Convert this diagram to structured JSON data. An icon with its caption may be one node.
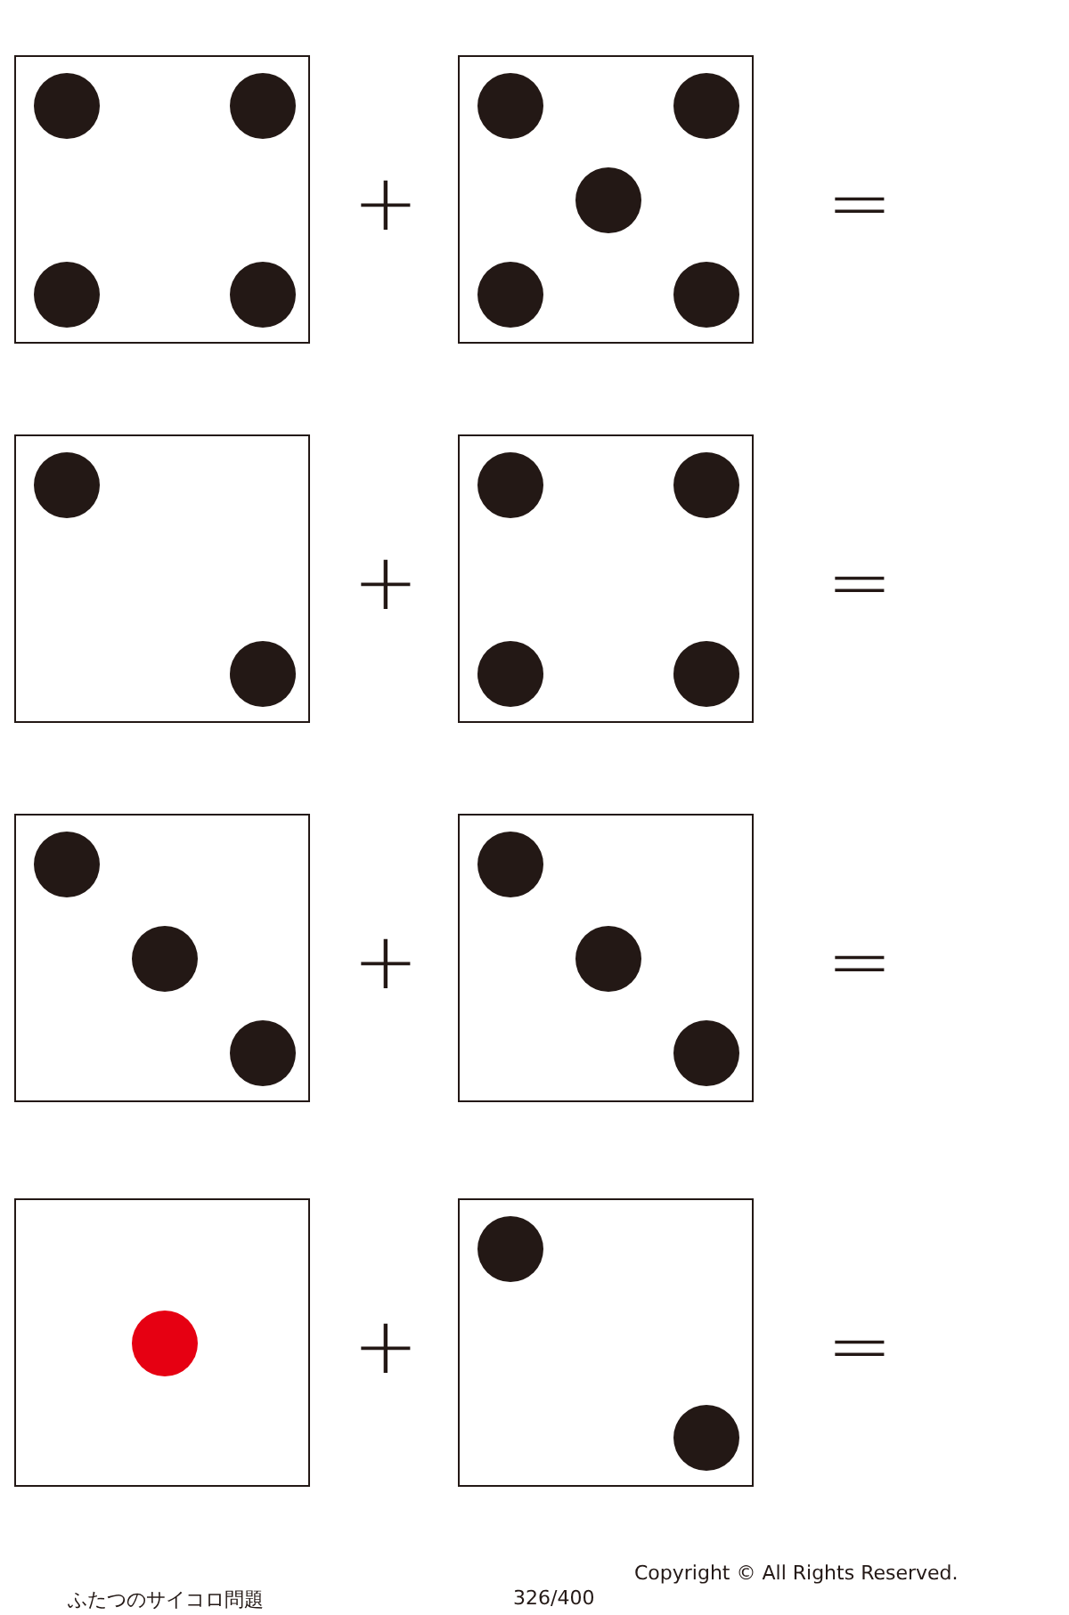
{
  "diagram": {
    "nodes": [
      {
        "text": [],
        "shape": "box"
      },
      {
        "text": [],
        "shape": "circle",
        "in": 0
      },
      {
        "text": [],
        "shape": "circle",
        "in": 0
      },
      {
        "text": [],
        "shape": "circle",
        "in": 0
      },
      {
        "text": [],
        "shape": "circle",
        "in": 0
      },
      {
        "text": [],
        "shape": "box"
      },
      {
        "text": [],
        "shape": "circle",
        "in": 5
      },
      {
        "text": [],
        "shape": "circle",
        "in": 5
      },
      {
        "text": [],
        "shape": "circle",
        "in": 5
      },
      {
        "text": [],
        "shape": "circle",
        "in": 5
      },
      {
        "text": [],
        "shape": "circle",
        "in": 5
      },
      {
        "text": [],
        "shape": "box"
      },
      {
        "text": [],
        "shape": "circle",
        "in": 11
      },
      {
        "text": [],
        "shape": "circle",
        "in": 11
      },
      {
        "text": [],
        "shape": "box"
      },
      {
        "text": [],
        "shape": "circle",
        "in": 14
      },
      {
        "text": [],
        "shape": "circle",
        "in": 14
      },
      {
        "text": [],
        "shape": "circle",
        "in": 14
      },
      {
        "text": [],
        "shape": "circle",
        "in": 14
      },
      {
        "text": [],
        "shape": "box"
      },
      {
        "text": [],
        "shape": "circle",
        "in": 19
      },
      {
        "text": [],
        "shape": "circle",
        "in": 19
      },
      {
        "text": [],
        "shape": "circle",
        "in": 19
      },
      {
        "text": [],
        "shape": "box"
      },
      {
        "text": [],
        "shape": "circle",
        "in": 23
      },
      {
        "text": [],
        "shape": "circle",
        "in": 23
      },
      {
        "text": [],
        "shape": "circle",
        "in": 23
      },
      {
        "text": [],
        "shape": "box"
      },
      {
        "text": [],
        "shape": "circle",
        "in": 27
      },
      {
        "text": [],
        "shape": "box"
      },
      {
        "text": [],
        "shape": "circle",
        "in": 29
      },
      {
        "text": [],
        "shape": "circle",
        "in": 29
      }
    ],
    "labels": [
      "+",
      "=",
      "+",
      "=",
      "+",
      "=",
      "+",
      "=",
      "Copyright © All Rights Reserved.",
      "ふたつのサイコロ問題",
      "326/400"
    ]
  }
}
